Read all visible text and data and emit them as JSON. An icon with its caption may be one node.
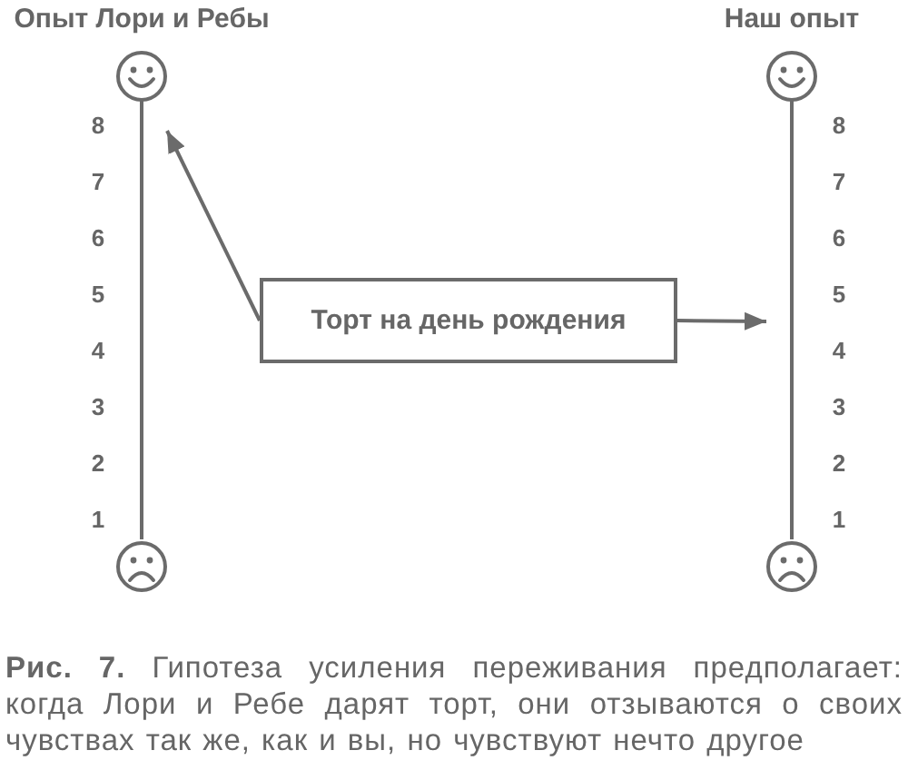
{
  "diagram": {
    "nodes": [
      {
        "text": [
          "Опыт Лори и Ребы"
        ],
        "beside": [
          "8",
          "7",
          "6",
          "5",
          "4",
          "3",
          "2",
          "1"
        ]
      },
      {
        "text": [
          "Наш опыт"
        ],
        "beside": [
          "8",
          "7",
          "6",
          "5",
          "4",
          "3",
          "2",
          "1"
        ]
      },
      {
        "text": [
          "Торт на день рождения"
        ]
      }
    ],
    "edges": [
      {
        "from": 2,
        "to": 0,
        "arrow": "to"
      },
      {
        "from": 2,
        "to": 1,
        "arrow": "to"
      }
    ],
    "caption": "**Рис. 7.** Гипотеза усиления переживания предполагает: когда Лори и Ребе дарят торт, они отзываются о своих чувствах так же, как и вы, но чувствуют нечто другое"
  }
}
